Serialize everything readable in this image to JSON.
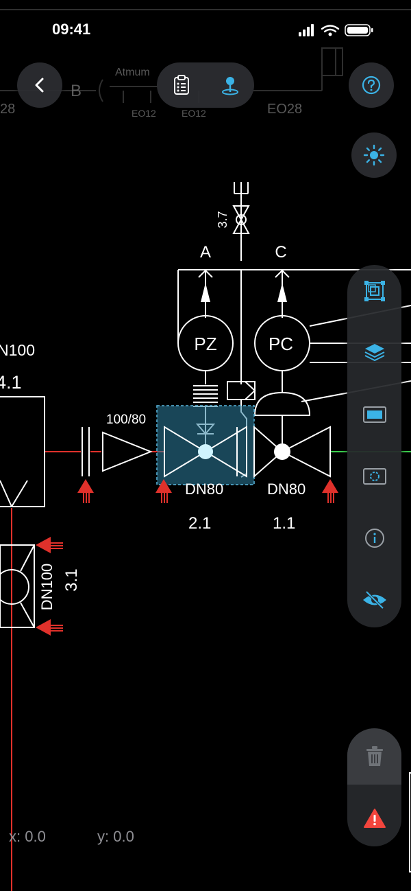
{
  "status_bar": {
    "time": "09:41"
  },
  "background_labels": {
    "left_dn": "28",
    "b_label": "B",
    "eo12_a": "EO12",
    "eo12_b": "EO12",
    "eo28": "EO28",
    "atmos": "Atmum"
  },
  "diagram": {
    "dn100_label": "N100",
    "tag_4_1": "4.1",
    "reducer_label": "100/80",
    "vent_label": "3.7",
    "branch_a": "A",
    "branch_c": "C",
    "pz": "PZ",
    "pc": "PC",
    "valve1_dn": "DN80",
    "valve2_dn": "DN80",
    "valve1_tag": "2.1",
    "valve2_tag": "1.1",
    "pump_dn": "DN100",
    "pump_tag": "3.1"
  },
  "toolbar": {
    "back_icon": "chevron-left-icon",
    "checklist_icon": "clipboard-list-icon",
    "pin_icon": "map-pin-icon",
    "help_icon": "question-circle-icon",
    "brightness_icon": "sun-icon"
  },
  "side_panel": {
    "items": [
      "copy-select-icon",
      "layers-icon",
      "screen-filled-icon",
      "screen-dashed-icon",
      "info-icon",
      "eye-slash-icon"
    ]
  },
  "bottom_panel": {
    "trash_icon": "trash-icon",
    "warning_icon": "warning-triangle-icon"
  },
  "coordinates": {
    "x": "x: 0.0",
    "y": "y: 0.0"
  },
  "colors": {
    "accent": "#3BB3E6",
    "pipe_red": "#E0312B",
    "warning_red": "#F2453D",
    "selection": "#2E7FA0"
  }
}
